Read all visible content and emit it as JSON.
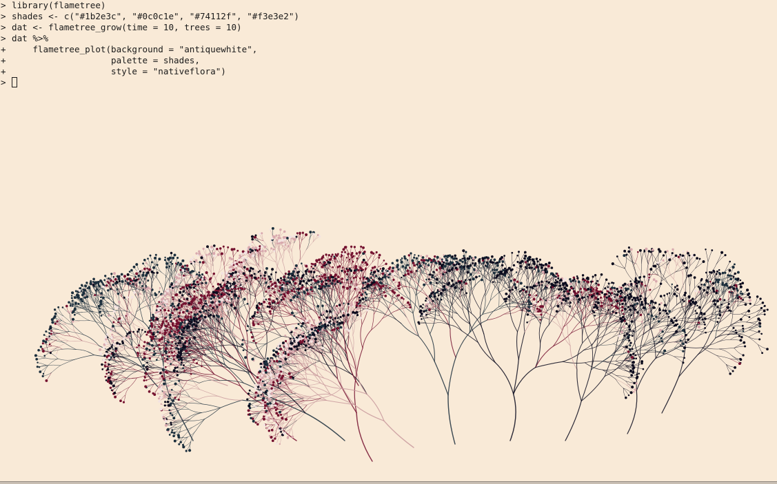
{
  "console": {
    "lines": [
      {
        "prompt": ">",
        "code": "library(flametree)"
      },
      {
        "prompt": ">",
        "code": "shades <- c(\"#1b2e3c\", \"#0c0c1e\", \"#74112f\", \"#f3e3e2\")"
      },
      {
        "prompt": ">",
        "code": "dat <- flametree_grow(time = 10, trees = 10)"
      },
      {
        "prompt": ">",
        "code": "dat %>%"
      },
      {
        "prompt": "+",
        "code": "    flametree_plot(background = \"antiquewhite\","
      },
      {
        "prompt": "+",
        "code": "                   palette = shades,"
      },
      {
        "prompt": "+",
        "code": "                   style = \"nativeflora\")"
      },
      {
        "prompt": ">",
        "code": ""
      }
    ]
  },
  "plot": {
    "background": "#faebd7",
    "palette": [
      "#1b2e3c",
      "#0c0c1e",
      "#74112f",
      "#f3e3e2"
    ],
    "trees": 10,
    "time": 10,
    "style": "nativeflora"
  }
}
